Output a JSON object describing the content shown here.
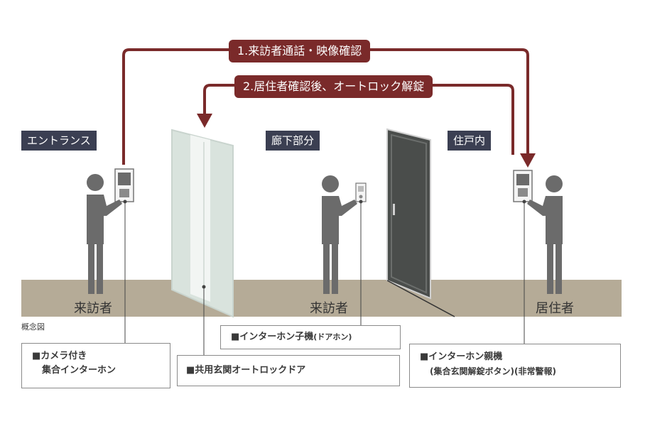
{
  "flows": {
    "step1": "1.来訪者通話・映像確認",
    "step2": "2.居住者確認後、オートロック解錠"
  },
  "zones": {
    "entrance": "エントランス",
    "corridor": "廊下部分",
    "residence": "住戸内"
  },
  "people": {
    "visitor_entrance": "来訪者",
    "visitor_corridor": "来訪者",
    "resident": "居住者"
  },
  "note": "概念図",
  "callouts": {
    "camera_intercom_line1": "■カメラ付き",
    "camera_intercom_line2": "集合インターホン",
    "auto_lock_door": "■共用玄関オートロックドア",
    "door_intercom_main": "■インターホン子機",
    "door_intercom_sub": "(ドアホン)",
    "master_intercom_main": "■インターホン親機",
    "master_intercom_sub": "(集合玄関解錠ボタン)(非常警報)"
  },
  "colors": {
    "arrow": "#7a2a2a",
    "zone_tag": "#3b3f52",
    "floor": "#b5ab97",
    "figure": "#6b6b6b",
    "door_dark": "#4a4d4b",
    "glass": "#d9e3dd"
  }
}
